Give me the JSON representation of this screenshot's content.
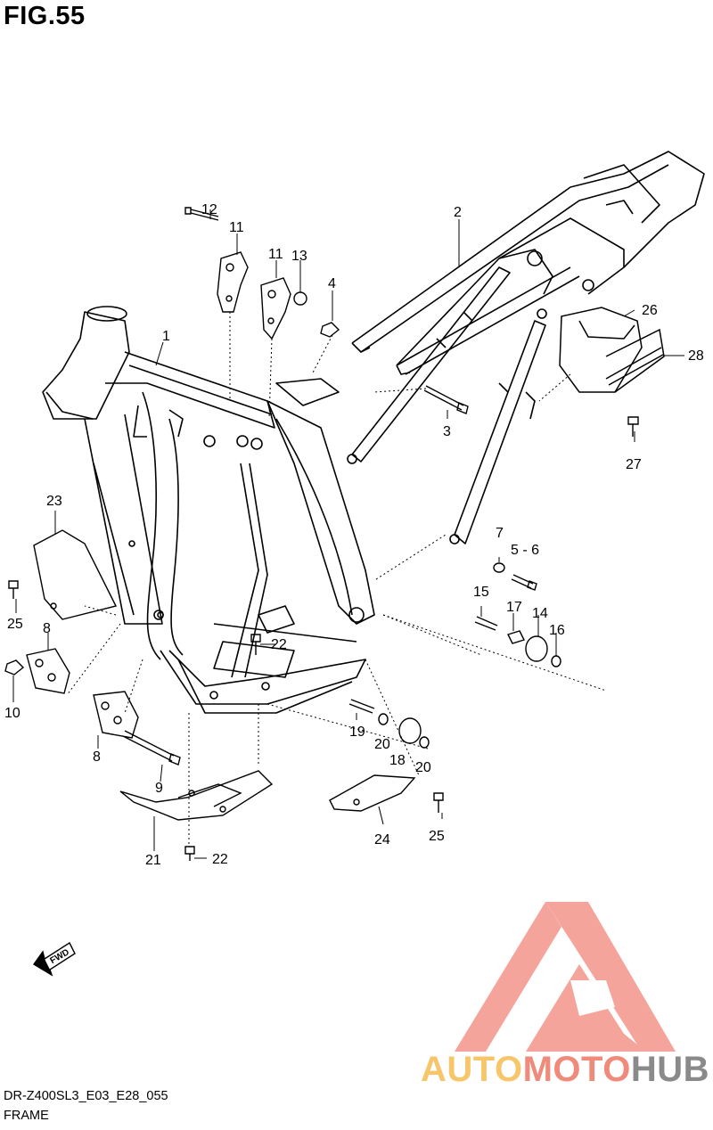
{
  "figure": {
    "title": "FIG.55"
  },
  "footer": {
    "model_code": "DR-Z400SL3_E03_E28_055",
    "section_name": "FRAME"
  },
  "fwd_arrow": {
    "label": "FWD"
  },
  "watermark": {
    "brand": [
      "AUTO",
      "MOTO",
      "HUB"
    ],
    "colors": {
      "auto": "#f7c66a",
      "moto": "#f08a7a",
      "hub": "#8a8a8a",
      "triangle": "#f2867a"
    }
  },
  "callouts": {
    "c1": "1",
    "c2": "2",
    "c3": "3",
    "c4": "4",
    "c5_6": "5 - 6",
    "c7": "7",
    "c8_upper": "8",
    "c8_lower": "8",
    "c9": "9",
    "c10": "10",
    "c11_left": "11",
    "c11_right": "11",
    "c12": "12",
    "c13": "13",
    "c14": "14",
    "c15": "15",
    "c16": "16",
    "c17": "17",
    "c18": "18",
    "c19": "19",
    "c20_left": "20",
    "c20_right": "20",
    "c21": "21",
    "c22_upper": "22",
    "c22_lower": "22",
    "c23": "23",
    "c24": "24",
    "c25_left": "25",
    "c25_right": "25",
    "c26": "26",
    "c27": "27",
    "c28": "28"
  }
}
